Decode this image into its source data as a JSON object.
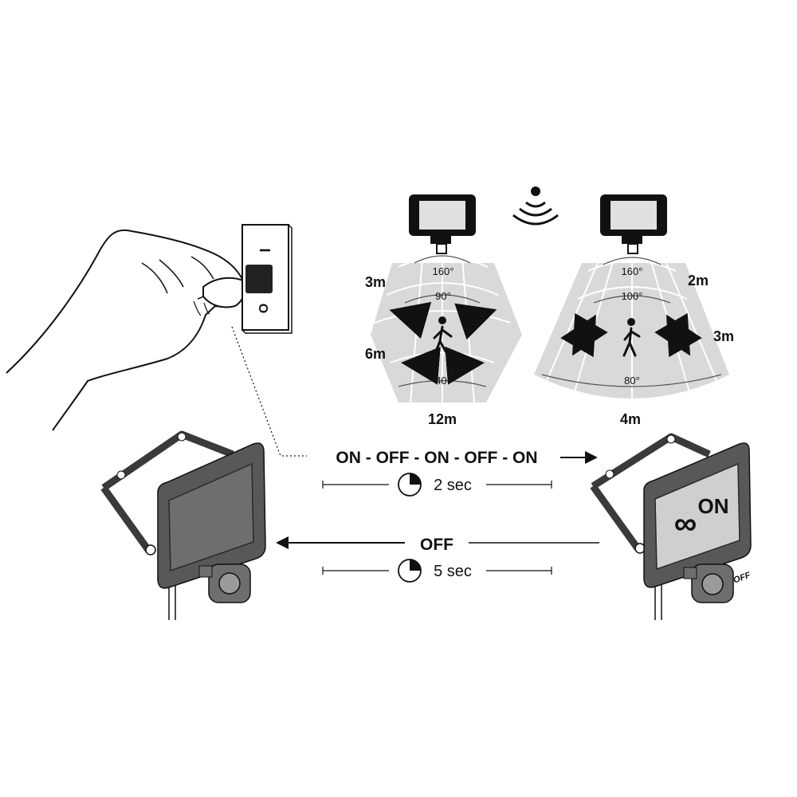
{
  "switch": {
    "on_symbol": "I",
    "off_symbol": "O"
  },
  "sequence": {
    "text": "ON - OFF - ON - OFF - ON",
    "duration": "2 sec"
  },
  "reset": {
    "text": "OFF",
    "duration": "5 sec"
  },
  "lamp_display": {
    "symbol": "∞",
    "text": "ON"
  },
  "sensor_label": "OFF",
  "detection_left": {
    "distances": [
      "3m",
      "6m",
      "12m"
    ],
    "angles": [
      "160°",
      "90°",
      "40°"
    ]
  },
  "detection_right": {
    "distances": [
      "2m",
      "3m",
      "4m"
    ],
    "angles": [
      "160°",
      "100°",
      "80°"
    ]
  },
  "colors": {
    "ink": "#111111",
    "lamp_body": "#58585a",
    "lamp_glass": "#6e6e70",
    "beam": "#d9d9d9",
    "display_glass": "#cfcfcf"
  }
}
